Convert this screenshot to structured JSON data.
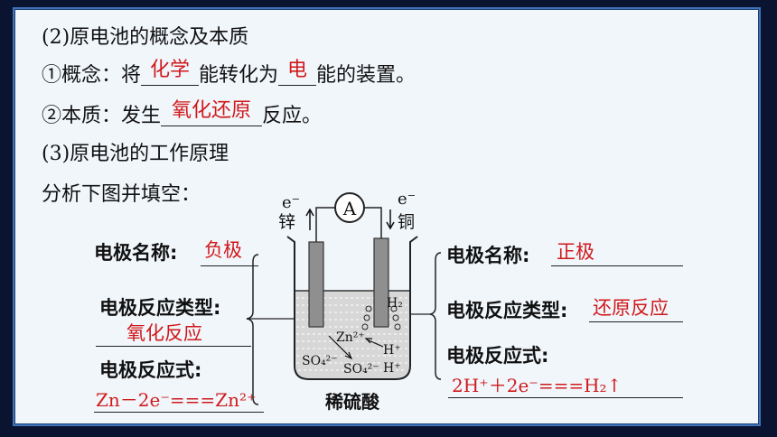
{
  "section2": {
    "heading": "(2)原电池的概念及本质",
    "concept_prefix": "①概念：将",
    "concept_blank1": "化学",
    "concept_mid": "能转化为",
    "concept_blank2": "电",
    "concept_suffix": "能的装置。",
    "essence_prefix": "②本质：发生",
    "essence_blank": "氧化还原",
    "essence_suffix": "反应。"
  },
  "section3": {
    "heading": "(3)原电池的工作原理",
    "instruction": "分析下图并填空："
  },
  "left_panel": {
    "name_label": "电极名称",
    "name_colon": ":",
    "name_value": "负极",
    "type_label": "电极反应类型:",
    "type_value": "氧化反应",
    "eq_label": "电极反应式:",
    "eq_value": "Zn－2e⁻===Zn²⁺"
  },
  "right_panel": {
    "name_label": "电极名称",
    "name_colon": ":",
    "name_value": "正极",
    "type_label": "电极反应类型:",
    "type_value": "还原反应",
    "eq_label": "电极反应式:",
    "eq_value": "2H⁺＋2e⁻===H₂↑"
  },
  "diagram": {
    "left_electron": "e⁻",
    "left_metal": "锌",
    "right_electron": "e⁻",
    "right_metal": "铜",
    "ammeter": "A",
    "h2": "H₂",
    "zn_ion": "Zn²⁺",
    "h_ion_1": "H⁺",
    "h_ion_2": "H⁺",
    "sulfate_1": "SO₄²⁻",
    "sulfate_2": "SO₄²⁻",
    "solution": "稀硫酸"
  }
}
